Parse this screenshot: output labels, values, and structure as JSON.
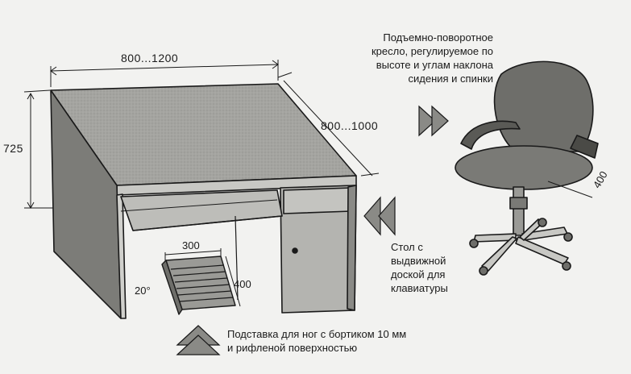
{
  "dimensions": {
    "width": "800...1200",
    "depth": "800...1000",
    "height": "725",
    "footrest_width": "300",
    "footrest_depth": "400",
    "footrest_angle": "20°",
    "chair_seat": "400"
  },
  "captions": {
    "chair": [
      "Подъемно-поворотное",
      "кресло, регулируемое по",
      "высоте и углам наклона",
      "сидения и спинки"
    ],
    "desk": [
      "Стол с",
      "выдвижной",
      "доской для",
      "клавиатуры"
    ],
    "footrest": [
      "Подставка для ног с бортиком 10 мм",
      "и рифленой поверхностью"
    ]
  },
  "colors": {
    "ink": "#1a1a1a",
    "paper": "#f2f2f0",
    "desk_top": "#9a9a96",
    "desk_side": "#7c7c78",
    "desk_front": "#b4b4b0",
    "chair": "#6e6e6a",
    "arrow": "#8a8a86"
  }
}
